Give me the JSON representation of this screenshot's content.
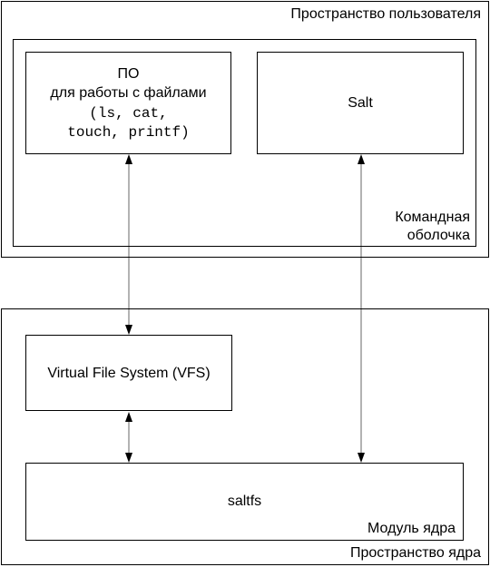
{
  "user_space": {
    "label": "Пространство пользователя"
  },
  "shell": {
    "label_line1": "Командная",
    "label_line2": "оболочка"
  },
  "file_tools": {
    "line1": "ПО",
    "line2": "для работы с файлами",
    "line3": "(ls, cat,",
    "line4": "touch, printf)"
  },
  "salt": {
    "label": "Salt"
  },
  "kernel_space": {
    "label": "Пространство ядра"
  },
  "vfs": {
    "label": "Virtual File System (VFS)"
  },
  "kernel_module": {
    "name": "saltfs",
    "label": "Модуль ядра"
  }
}
